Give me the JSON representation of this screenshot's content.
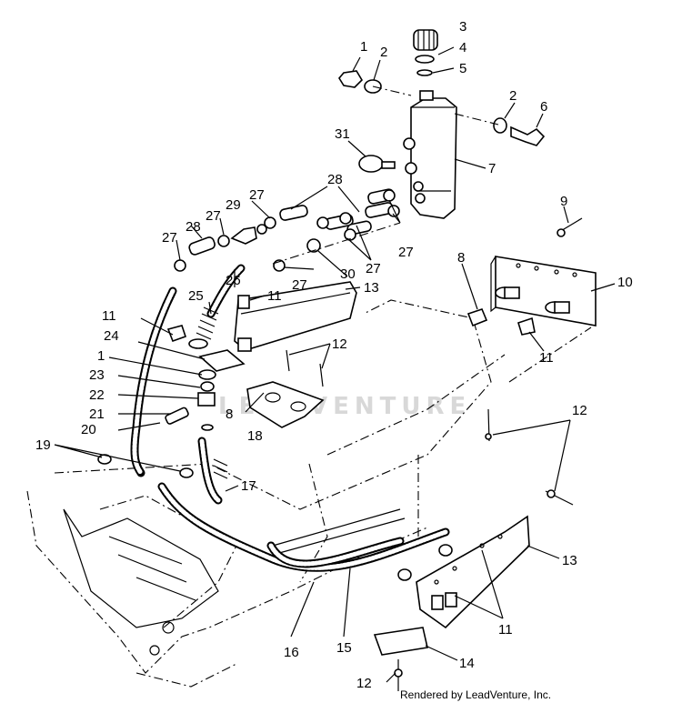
{
  "diagram": {
    "watermark": "LEADVENTURE",
    "credit": "Rendered by LeadVenture, Inc.",
    "callouts": [
      {
        "id": "c1a",
        "text": "1"
      },
      {
        "id": "c2a",
        "text": "2"
      },
      {
        "id": "c3",
        "text": "3"
      },
      {
        "id": "c4",
        "text": "4"
      },
      {
        "id": "c5",
        "text": "5"
      },
      {
        "id": "c2b",
        "text": "2"
      },
      {
        "id": "c6",
        "text": "6"
      },
      {
        "id": "c7",
        "text": "7"
      },
      {
        "id": "c31",
        "text": "31"
      },
      {
        "id": "c28a",
        "text": "28"
      },
      {
        "id": "c27a",
        "text": "27"
      },
      {
        "id": "c29",
        "text": "29"
      },
      {
        "id": "c27b",
        "text": "27"
      },
      {
        "id": "c28b",
        "text": "28"
      },
      {
        "id": "c27c",
        "text": "27"
      },
      {
        "id": "c27d",
        "text": "27"
      },
      {
        "id": "c27e",
        "text": "27"
      },
      {
        "id": "c30",
        "text": "30"
      },
      {
        "id": "c27f",
        "text": "27"
      },
      {
        "id": "c9",
        "text": "9"
      },
      {
        "id": "c8a",
        "text": "8"
      },
      {
        "id": "c10",
        "text": "10"
      },
      {
        "id": "c11a",
        "text": "11"
      },
      {
        "id": "c26",
        "text": "26"
      },
      {
        "id": "c25",
        "text": "25"
      },
      {
        "id": "c11b",
        "text": "11"
      },
      {
        "id": "c13a",
        "text": "13"
      },
      {
        "id": "c11c",
        "text": "11"
      },
      {
        "id": "c24",
        "text": "24"
      },
      {
        "id": "c12a",
        "text": "12"
      },
      {
        "id": "c1b",
        "text": "1"
      },
      {
        "id": "c23",
        "text": "23"
      },
      {
        "id": "c22",
        "text": "22"
      },
      {
        "id": "c21",
        "text": "21"
      },
      {
        "id": "c8b",
        "text": "8"
      },
      {
        "id": "c20",
        "text": "20"
      },
      {
        "id": "c18",
        "text": "18"
      },
      {
        "id": "c12b",
        "text": "12"
      },
      {
        "id": "c19",
        "text": "19"
      },
      {
        "id": "c17",
        "text": "17"
      },
      {
        "id": "c13b",
        "text": "13"
      },
      {
        "id": "c11d",
        "text": "11"
      },
      {
        "id": "c16",
        "text": "16"
      },
      {
        "id": "c15",
        "text": "15"
      },
      {
        "id": "c14",
        "text": "14"
      },
      {
        "id": "c12c",
        "text": "12"
      }
    ]
  }
}
